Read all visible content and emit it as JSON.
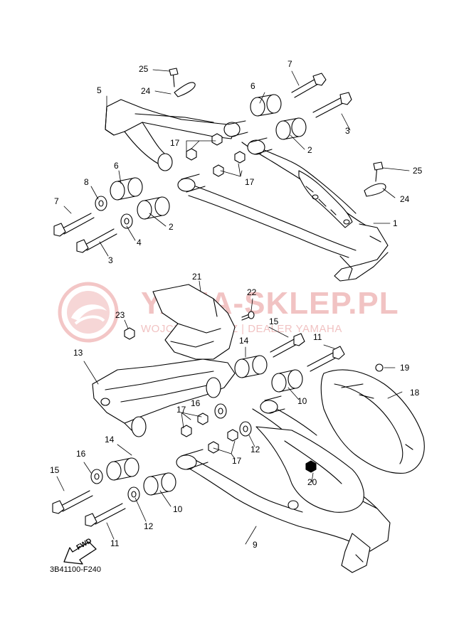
{
  "watermark": {
    "main": "YAMA-SKLEP.PL",
    "sub": "WOJCIECHOWICZ | DEALER YAMAHA"
  },
  "fwd_label": "FWD",
  "diagram_code": "3B41100-F240",
  "callouts": [
    "1",
    "2",
    "2",
    "3",
    "3",
    "4",
    "5",
    "6",
    "6",
    "7",
    "7",
    "8",
    "9",
    "10",
    "10",
    "11",
    "11",
    "12",
    "12",
    "13",
    "14",
    "14",
    "15",
    "15",
    "16",
    "16",
    "17",
    "17",
    "17",
    "17",
    "18",
    "19",
    "20",
    "21",
    "22",
    "23",
    "24",
    "24",
    "25",
    "25"
  ]
}
